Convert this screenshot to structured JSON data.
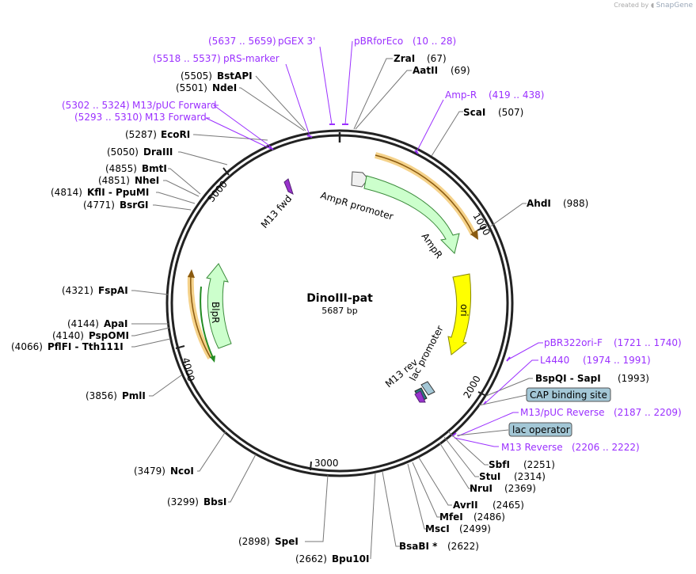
{
  "credit": {
    "prefix": "Created by",
    "brand": "SnapGene"
  },
  "plasmid": {
    "name": "DinoIII-pat",
    "size_label": "5687 bp",
    "total_bp": 5687
  },
  "ticks": [
    {
      "bp": 1000,
      "label": "1000"
    },
    {
      "bp": 2000,
      "label": "2000"
    },
    {
      "bp": 3000,
      "label": "3000"
    },
    {
      "bp": 4000,
      "label": "4000"
    },
    {
      "bp": 5000,
      "label": "5000"
    }
  ],
  "enzymes": [
    {
      "name": "ZraI",
      "pos": "(67)"
    },
    {
      "name": "AatII",
      "pos": "(69)"
    },
    {
      "name": "ScaI",
      "pos": "(507)"
    },
    {
      "name": "AhdI",
      "pos": "(988)"
    },
    {
      "name": "BspQI - SapI",
      "pos": "(1993)"
    },
    {
      "name": "SbfI",
      "pos": "(2251)"
    },
    {
      "name": "StuI",
      "pos": "(2314)"
    },
    {
      "name": "NruI",
      "pos": "(2369)"
    },
    {
      "name": "AvrII",
      "pos": "(2465)"
    },
    {
      "name": "MfeI",
      "pos": "(2486)"
    },
    {
      "name": "MscI",
      "pos": "(2499)"
    },
    {
      "name": "BsaBI *",
      "pos": "(2622)"
    },
    {
      "name": "Bpu10I",
      "pos": "(2662)"
    },
    {
      "name": "SpeI",
      "pos": "(2898)"
    },
    {
      "name": "BbsI",
      "pos": "(3299)"
    },
    {
      "name": "NcoI",
      "pos": "(3479)"
    },
    {
      "name": "PmlI",
      "pos": "(3856)"
    },
    {
      "name": "PflFI - Tth111I",
      "pos": "(4066)"
    },
    {
      "name": "PspOMI",
      "pos": "(4140)"
    },
    {
      "name": "ApaI",
      "pos": "(4144)"
    },
    {
      "name": "FspAI",
      "pos": "(4321)"
    },
    {
      "name": "BsrGI",
      "pos": "(4771)"
    },
    {
      "name": "KflI - PpuMI",
      "pos": "(4814)"
    },
    {
      "name": "NheI",
      "pos": "(4851)"
    },
    {
      "name": "BmtI",
      "pos": "(4855)"
    },
    {
      "name": "DraIII",
      "pos": "(5050)"
    },
    {
      "name": "EcoRI",
      "pos": "(5287)"
    },
    {
      "name": "NdeI",
      "pos": "(5501)"
    },
    {
      "name": "BstAPI",
      "pos": "(5505)"
    }
  ],
  "primers": [
    {
      "name": "pBRforEco",
      "range": "(10 .. 28)"
    },
    {
      "name": "Amp-R",
      "range": "(419 .. 438)"
    },
    {
      "name": "pBR322ori-F",
      "range": "(1721 .. 1740)"
    },
    {
      "name": "L4440",
      "range": "(1974 .. 1991)"
    },
    {
      "name": "M13/pUC Reverse",
      "range": "(2187 .. 2209)"
    },
    {
      "name": "M13 Reverse",
      "range": "(2206 .. 2222)"
    },
    {
      "name": "M13 Forward",
      "range": "(5293 .. 5310)"
    },
    {
      "name": "M13/pUC Forward",
      "range": "(5302 .. 5324)"
    },
    {
      "name": "pRS-marker",
      "range": "(5518 .. 5537)"
    },
    {
      "name": "pGEX 3'",
      "range": "(5637 .. 5659)"
    }
  ],
  "boxed_features": [
    {
      "name": "CAP binding site"
    },
    {
      "name": "lac operator"
    }
  ],
  "features": [
    {
      "name": "AmpR promoter",
      "color": "#f0f0f0"
    },
    {
      "name": "AmpR",
      "color": "#ccffcc"
    },
    {
      "name": "ori",
      "color": "#ffff00"
    },
    {
      "name": "lac promoter",
      "color": "#ffffff"
    },
    {
      "name": "M13 rev",
      "color": "#9933cc"
    },
    {
      "name": "M13 fwd",
      "color": "#9933cc"
    },
    {
      "name": "BlpR",
      "color": "#ccffcc"
    }
  ],
  "colors": {
    "primer": "#9b30ff",
    "orf": "#e8a33a",
    "boxed_feature": "#a3c7d6",
    "backbone": "#222222"
  }
}
